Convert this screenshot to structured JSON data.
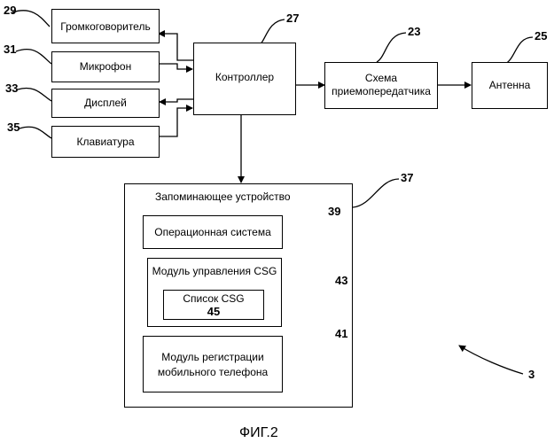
{
  "blocks": {
    "speaker": "Громкоговоритель",
    "microphone": "Микрофон",
    "display": "Дисплей",
    "keyboard": "Клавиатура",
    "controller": "Контроллер",
    "transceiver_line1": "Схема",
    "transceiver_line2": "приемопередатчика",
    "antenna": "Антенна",
    "memory": "Запоминающее устройство",
    "os": "Операционная система",
    "csg_module": "Модуль управления CSG",
    "csg_list": "Список CSG",
    "mobile_reg_line1": "Модуль регистрации",
    "mobile_reg_line2": "мобильного телефона"
  },
  "refs": {
    "speaker": "29",
    "microphone": "31",
    "display": "33",
    "keyboard": "35",
    "controller": "27",
    "transceiver": "23",
    "antenna": "25",
    "memory": "37",
    "os": "39",
    "csg_module": "43",
    "csg_list": "45",
    "mobile_reg": "41",
    "device": "3"
  },
  "caption": "ФИГ.2"
}
